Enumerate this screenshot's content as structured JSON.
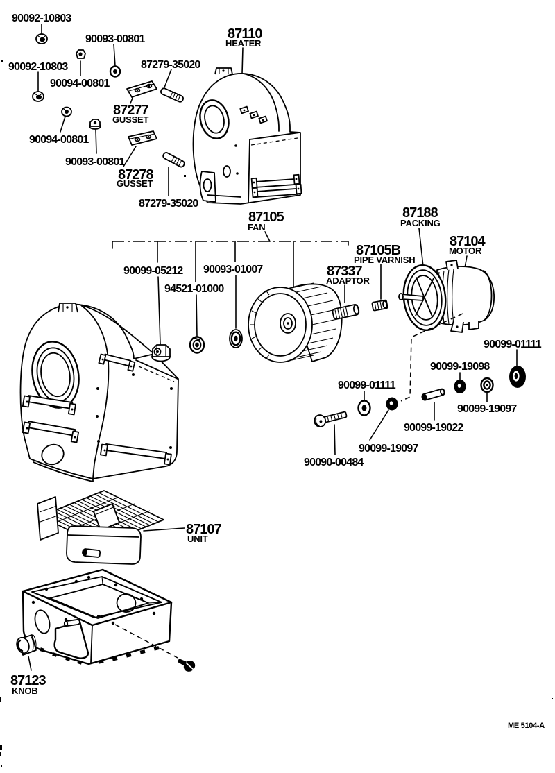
{
  "document": {
    "type": "exploded-parts-diagram",
    "subject": "Heater assembly",
    "figure_code": "ME 5104-A",
    "ink_color": "#000000",
    "background_color": "#ffffff"
  },
  "labels": {
    "n90092_a": "90092-10803",
    "n90093_a": "90093-00801",
    "n90092_b": "90092-10803",
    "n90094_a": "90094-00801",
    "n87279_a": "87279-35020",
    "p87277": "87277",
    "p87277_name": "GUSSET",
    "n90094_b": "90094-00801",
    "n90093_b": "90093-00801",
    "p87278": "87278",
    "p87278_name": "GUSSET",
    "n87279_b": "87279-35020",
    "p87110": "87110",
    "p87110_name": "HEATER",
    "p87105": "87105",
    "p87105_name": "FAN",
    "n90099_05212": "90099-05212",
    "n90093_01007": "90093-01007",
    "n94521_01000": "94521-01000",
    "p87337": "87337",
    "p87337_name": "ADAPTOR",
    "p87105b": "87105B",
    "p87105b_name": "PIPE VARNISH",
    "p87188": "87188",
    "p87188_name": "PACKING",
    "p87104": "87104",
    "p87104_name": "MOTOR",
    "n90099_01111_a": "90099-01111",
    "n90099_01111_b": "90099-01111",
    "n90099_19098": "90099-19098",
    "n90099_19097_a": "90099-19097",
    "n90099_19097_b": "90099-19097",
    "n90099_19022": "90099-19022",
    "n90090_00484": "90090-00484",
    "p87107": "87107",
    "p87107_name": "UNIT",
    "p87123": "87123",
    "p87123_name": "KNOB",
    "figure_code": "ME 5104-A"
  }
}
